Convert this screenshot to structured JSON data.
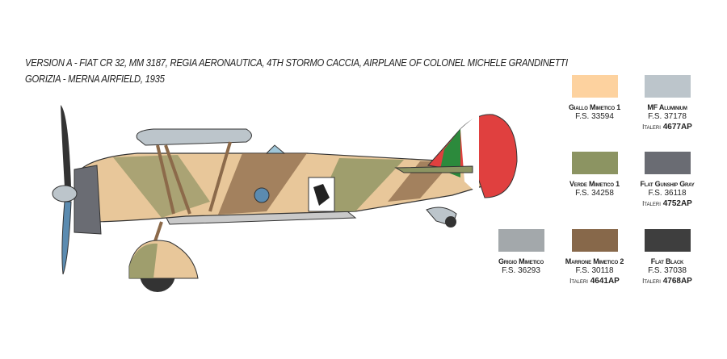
{
  "header": {
    "line1": "VERSION A - FIAT CR 32, MM 3187, REGIA AERONAUTICA, 4TH STORMO CACCIA, AIRPLANE OF COLONEL MICHELE GRANDINETTI",
    "line2": "GORIZIA - MERNA AIRFIELD, 1935"
  },
  "colors": [
    {
      "name": "Giallo Mimetico 1",
      "fs": "F.S. 33594",
      "italeri": null,
      "hex": "#fdd29f"
    },
    {
      "name": "MF Aluminium",
      "fs": "F.S. 37178",
      "italeri_brand": "Italeri",
      "italeri": "4677AP",
      "hex": "#bcc5cb"
    },
    {
      "name": "Verde Mimetico 1",
      "fs": "F.S. 34258",
      "italeri": null,
      "hex": "#8c9462"
    },
    {
      "name": "Flat Gunship Gray",
      "fs": "F.S. 36118",
      "italeri_brand": "Italeri",
      "italeri": "4752AP",
      "hex": "#6a6c73"
    },
    {
      "name": "Grigio Mimetico",
      "fs": "F.S. 36293",
      "italeri": null,
      "hex": "#a3a8ab"
    },
    {
      "name": "Marrone Mimetico 2",
      "fs": "F.S. 30118",
      "italeri_brand": "Italeri",
      "italeri": "4641AP",
      "hex": "#87684a"
    },
    {
      "name": "Flat Black",
      "fs": "F.S. 37038",
      "italeri_brand": "Italeri",
      "italeri": "4768AP",
      "hex": "#3e3e3e"
    }
  ]
}
